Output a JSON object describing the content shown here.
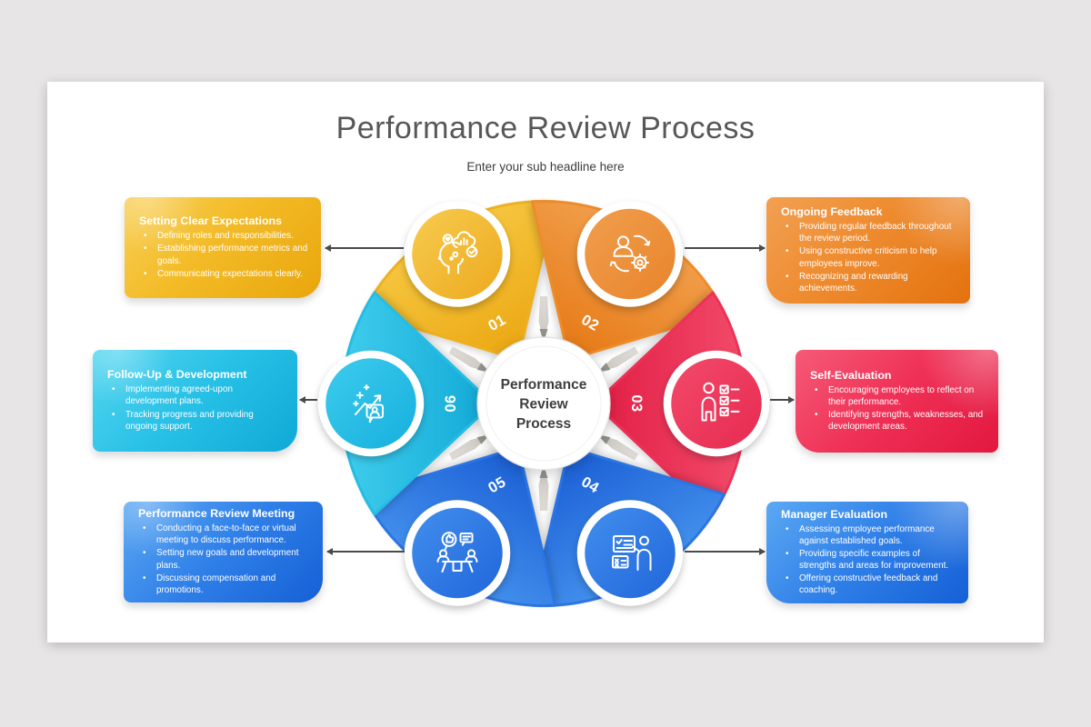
{
  "palette": {
    "page_background": "#e7e5e6",
    "slide_background": "#ffffff",
    "title_text": "#575757",
    "body_text": "#3e3e3e",
    "arrow": "#4a4a4a"
  },
  "header": {
    "title": "Performance Review Process",
    "subtitle": "Enter your sub headline here"
  },
  "center_circle": {
    "line1": "Performance",
    "line2": "Review",
    "line3": "Process"
  },
  "petals": [
    {
      "number": "01",
      "icon": "mind-metrics-icon",
      "petal_light": "#f7ca45",
      "petal_dark": "#eaa30c",
      "circle_light": "#f7cd52",
      "circle_dark": "#eda81c"
    },
    {
      "number": "02",
      "icon": "person-gear-sync-icon",
      "petal_light": "#f2a352",
      "petal_dark": "#e5740e",
      "circle_light": "#f19f4e",
      "circle_dark": "#e8832a"
    },
    {
      "number": "03",
      "icon": "person-checklist-icon",
      "petal_light": "#f4506f",
      "petal_dark": "#e01940",
      "circle_light": "#f34b6b",
      "circle_dark": "#e62950"
    },
    {
      "number": "04",
      "icon": "presenter-checklist-icon",
      "petal_light": "#4896ef",
      "petal_dark": "#1558d2",
      "circle_light": "#4390ee",
      "circle_dark": "#1f64da"
    },
    {
      "number": "05",
      "icon": "meeting-table-icon",
      "petal_light": "#4896ef",
      "petal_dark": "#1558d2",
      "circle_light": "#4390ee",
      "circle_dark": "#1f64da"
    },
    {
      "number": "06",
      "icon": "growth-arrow-icon",
      "petal_light": "#45d1ef",
      "petal_dark": "#0ca5d4",
      "circle_light": "#3fcdee",
      "circle_dark": "#14aedd"
    }
  ],
  "boxes": [
    {
      "id": "setting-clear-expectations",
      "side": "left",
      "title": "Setting Clear Expectations",
      "bullets": [
        "Defining roles and responsibilities.",
        "Establishing performance metrics and goals.",
        "Communicating expectations clearly."
      ],
      "gradient_from": "#f8d058",
      "gradient_to": "#e9a60c"
    },
    {
      "id": "ongoing-feedback",
      "side": "right",
      "title": "Ongoing Feedback",
      "bullets": [
        "Providing regular feedback throughout the review period.",
        "Using constructive criticism to help employees improve.",
        "Recognizing and rewarding achievements."
      ],
      "gradient_from": "#f2a052",
      "gradient_to": "#e4720e"
    },
    {
      "id": "self-evaluation",
      "side": "right",
      "title": "Self-Evaluation",
      "bullets": [
        "Encouraging employees to reflect on their performance.",
        "Identifying strengths, weaknesses, and development areas."
      ],
      "gradient_from": "#f55a77",
      "gradient_to": "#e2183f"
    },
    {
      "id": "manager-evaluation",
      "side": "right",
      "title": "Manager Evaluation",
      "bullets": [
        "Assessing employee performance against established goals.",
        "Providing specific examples of strengths and areas for improvement.",
        "Offering constructive feedback and coaching."
      ],
      "gradient_from": "#5ba8f3",
      "gradient_to": "#1560d6"
    },
    {
      "id": "performance-review-meeting",
      "side": "left",
      "title": "Performance Review Meeting",
      "bullets": [
        "Conducting a face-to-face or virtual meeting to discuss performance.",
        "Setting new goals and development plans.",
        "Discussing compensation and promotions."
      ],
      "gradient_from": "#5ba8f3",
      "gradient_to": "#1560d6"
    },
    {
      "id": "follow-up-development",
      "side": "left",
      "title": "Follow-Up & Development",
      "bullets": [
        "Implementing agreed-upon development plans.",
        "Tracking progress and providing ongoing support."
      ],
      "gradient_from": "#55d6f0",
      "gradient_to": "#0fa9d6"
    }
  ]
}
